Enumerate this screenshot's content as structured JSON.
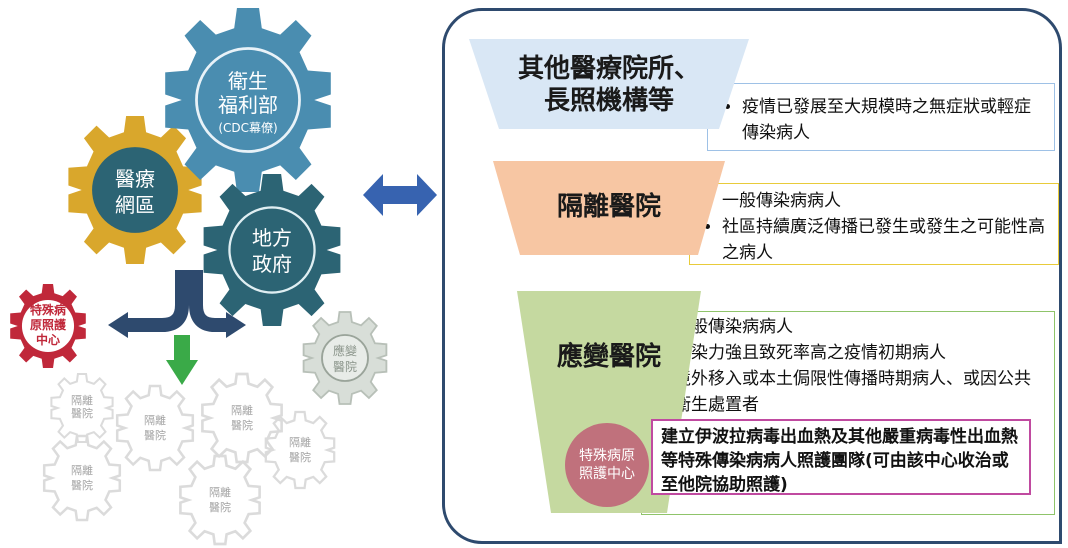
{
  "gears": {
    "mohw": [
      "衛生",
      "福利部",
      "(CDC幕僚)"
    ],
    "network": [
      "醫療",
      "網區"
    ],
    "local_gov": [
      "地方",
      "政府"
    ],
    "special_center": [
      "特殊病",
      "原照護",
      "中心"
    ],
    "response_small": [
      "應變",
      "醫院"
    ],
    "isolation_small": [
      "隔離",
      "醫院"
    ]
  },
  "tiers": [
    {
      "label": "其他醫療院所、長照機構等",
      "label_lines": [
        "其他醫療院所、",
        "長照機構等"
      ],
      "color": "#d9e7f5",
      "items": [
        "疫情已發展至大規模時之無症狀或輕症傳染病人"
      ]
    },
    {
      "label": "隔離醫院",
      "color": "#f7c6a3",
      "items": [
        "一般傳染病病人",
        "社區持續廣泛傳播已發生或發生之可能性高之病人"
      ]
    },
    {
      "label": "應變醫院",
      "color": "#c5d9a0",
      "items": [
        "一般傳染病病人",
        "傳染力強且致死率高之疫情初期病人",
        "境外移入或本土侷限性傳播時期病人、或因公共衛生處置者"
      ]
    }
  ],
  "special": {
    "circle_label": "特殊病原照護中心",
    "description": "建立伊波拉病毒出血熱及其他嚴重病毒性出血熱等特殊傳染病病人照護團隊(可由該中心收治或至他院協助照護)"
  },
  "colors": {
    "gear_mohw": "#4a8db0",
    "gear_network": "#d9a72c",
    "gear_localgov": "#2c6474",
    "gear_special": "#c0283a",
    "arrow_double": "#3763b0",
    "arrow_green": "#3aaa48",
    "arrow_dark": "#2e4a6e",
    "panel_border": "#2e4a6e"
  }
}
